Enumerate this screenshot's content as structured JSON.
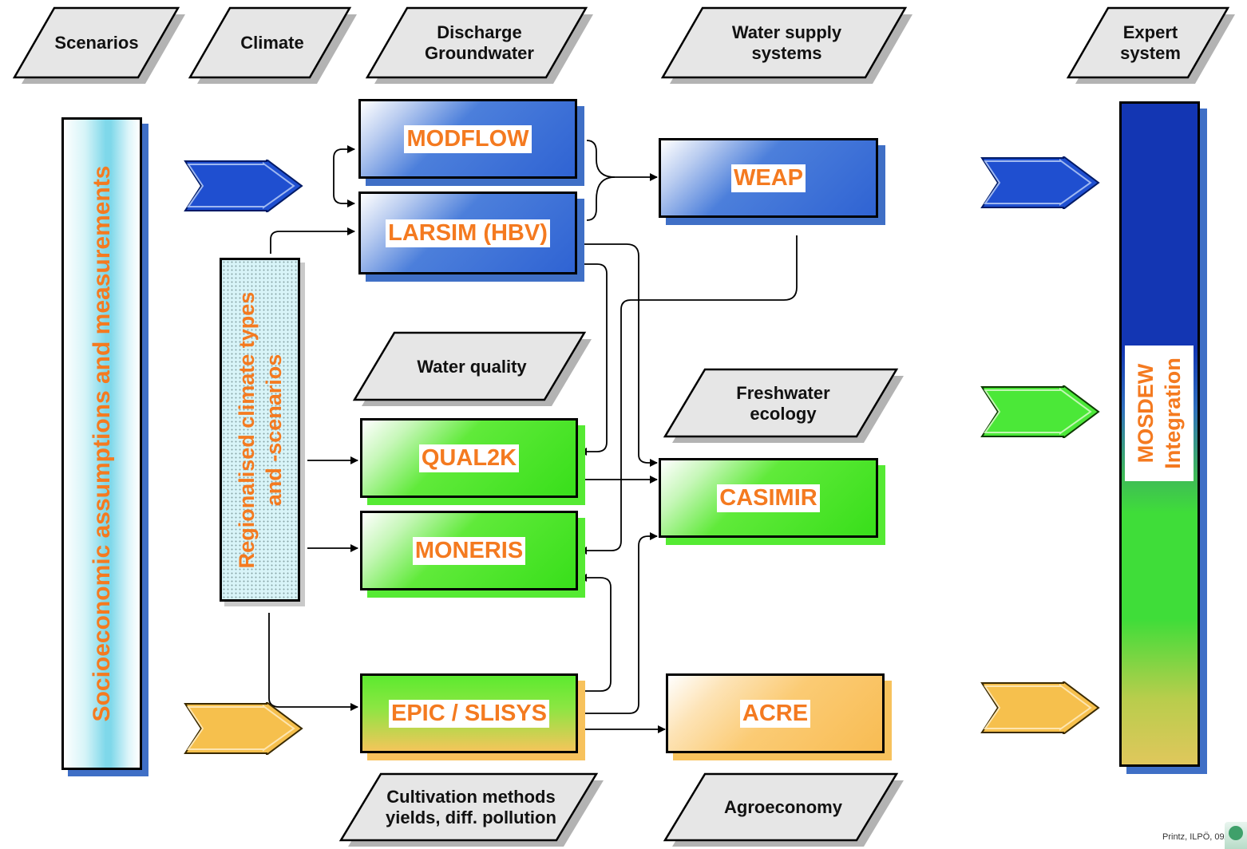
{
  "headers": {
    "scenarios": [
      "Scenarios"
    ],
    "climate": [
      "Climate"
    ],
    "discharge": [
      "Discharge",
      "Groundwater"
    ],
    "water_supply": [
      "Water supply",
      "systems"
    ],
    "expert": [
      "Expert",
      "system"
    ],
    "water_quality": [
      "Water quality"
    ],
    "freshwater": [
      "Freshwater",
      "ecology"
    ],
    "cultivation": [
      "Cultivation methods",
      "yields, diff. pollution"
    ],
    "agroeconomy": [
      "Agroeconomy"
    ]
  },
  "models": {
    "modflow": "MODFLOW",
    "larsim": "LARSIM (HBV)",
    "weap": "WEAP",
    "qual2k": "QUAL2K",
    "moneris": "MONERIS",
    "casimir": "CASIMIR",
    "epic": "EPIC / SLISYS",
    "acre": "ACRE"
  },
  "side_labels": {
    "socio": "Socioeconomic assumptions and measurements",
    "regional": [
      "Regionalised climate types",
      "and -scenarios"
    ],
    "integration": [
      "MOSDEW",
      "Integration"
    ]
  },
  "footer": "Printz, ILPÖ, 09/05",
  "colors": {
    "model_label": "#f47a20",
    "blue": "#2f63d3",
    "green": "#38df1a",
    "orange": "#f8bc53"
  }
}
